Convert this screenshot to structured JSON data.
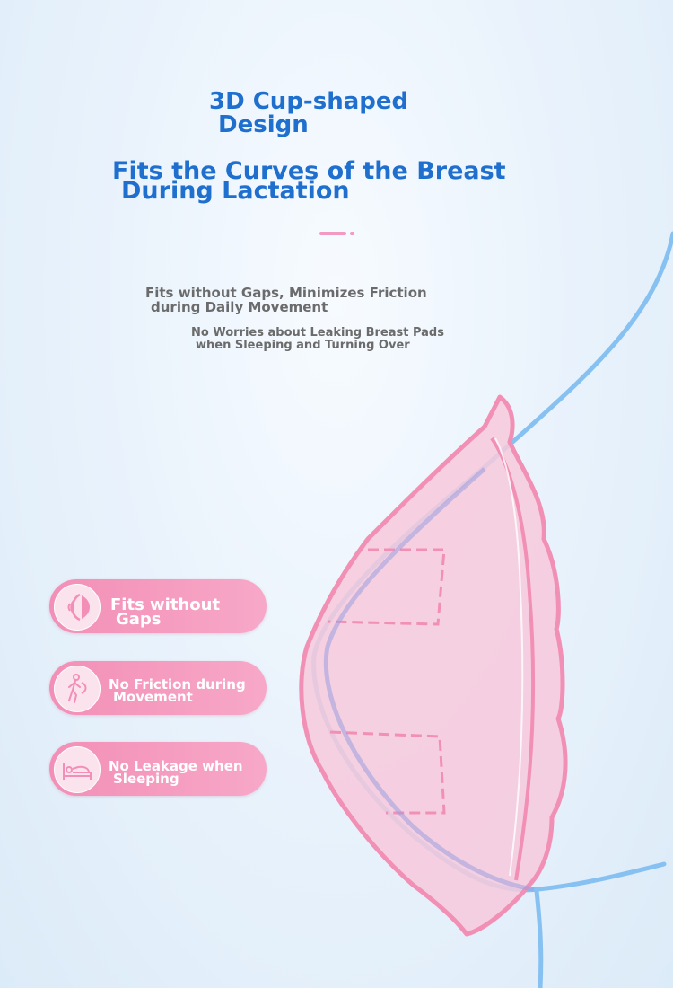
{
  "heading": {
    "line1": "3D Cup-shaped",
    "line2": "Design",
    "line3": "Fits the Curves of the Breast",
    "line4": "During Lactation"
  },
  "subheading": {
    "line1": "Fits without Gaps, Minimizes Friction",
    "line2": "during Daily Movement",
    "line3": "No Worries about Leaking Breast Pads",
    "line4": "when Sleeping and Turning Over"
  },
  "features": [
    {
      "icon": "breast-fit-icon",
      "line1": "Fits without",
      "line2": "Gaps"
    },
    {
      "icon": "walking-person-icon",
      "line1": "No Friction during",
      "line2": "Movement"
    },
    {
      "icon": "sleeping-person-icon",
      "line1": "No Leakage when",
      "line2": "Sleeping"
    }
  ],
  "colors": {
    "title": "#1f6fcf",
    "subtitle": "#6b6b6b",
    "pill": "#f38fb6",
    "outline": "#7bbcf0",
    "pad_fill": "#f7c9dc",
    "pad_edge": "#f28fb4"
  }
}
